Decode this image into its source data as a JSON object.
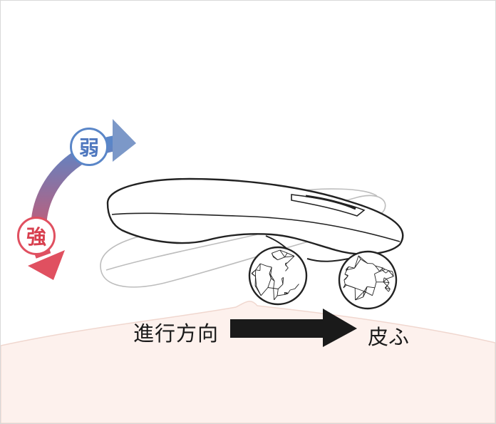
{
  "labels": {
    "weak": "弱",
    "strong": "強",
    "direction": "進行方向",
    "skin": "皮ふ"
  },
  "icons": {
    "device": "facial-roller-device-icon",
    "ball": "textured-roller-ball-icon",
    "arrow": "direction-arrow-icon",
    "intensity_arrow": "intensity-curve-arrow-icon"
  },
  "colors": {
    "weak": "#5a86c8",
    "strong": "#e05060",
    "skin": "#fdf1ed",
    "skin_edge": "#f0d7cf",
    "arrow": "#1a1a1a",
    "outline": "#222222",
    "ghost": "#bdbdbd"
  }
}
